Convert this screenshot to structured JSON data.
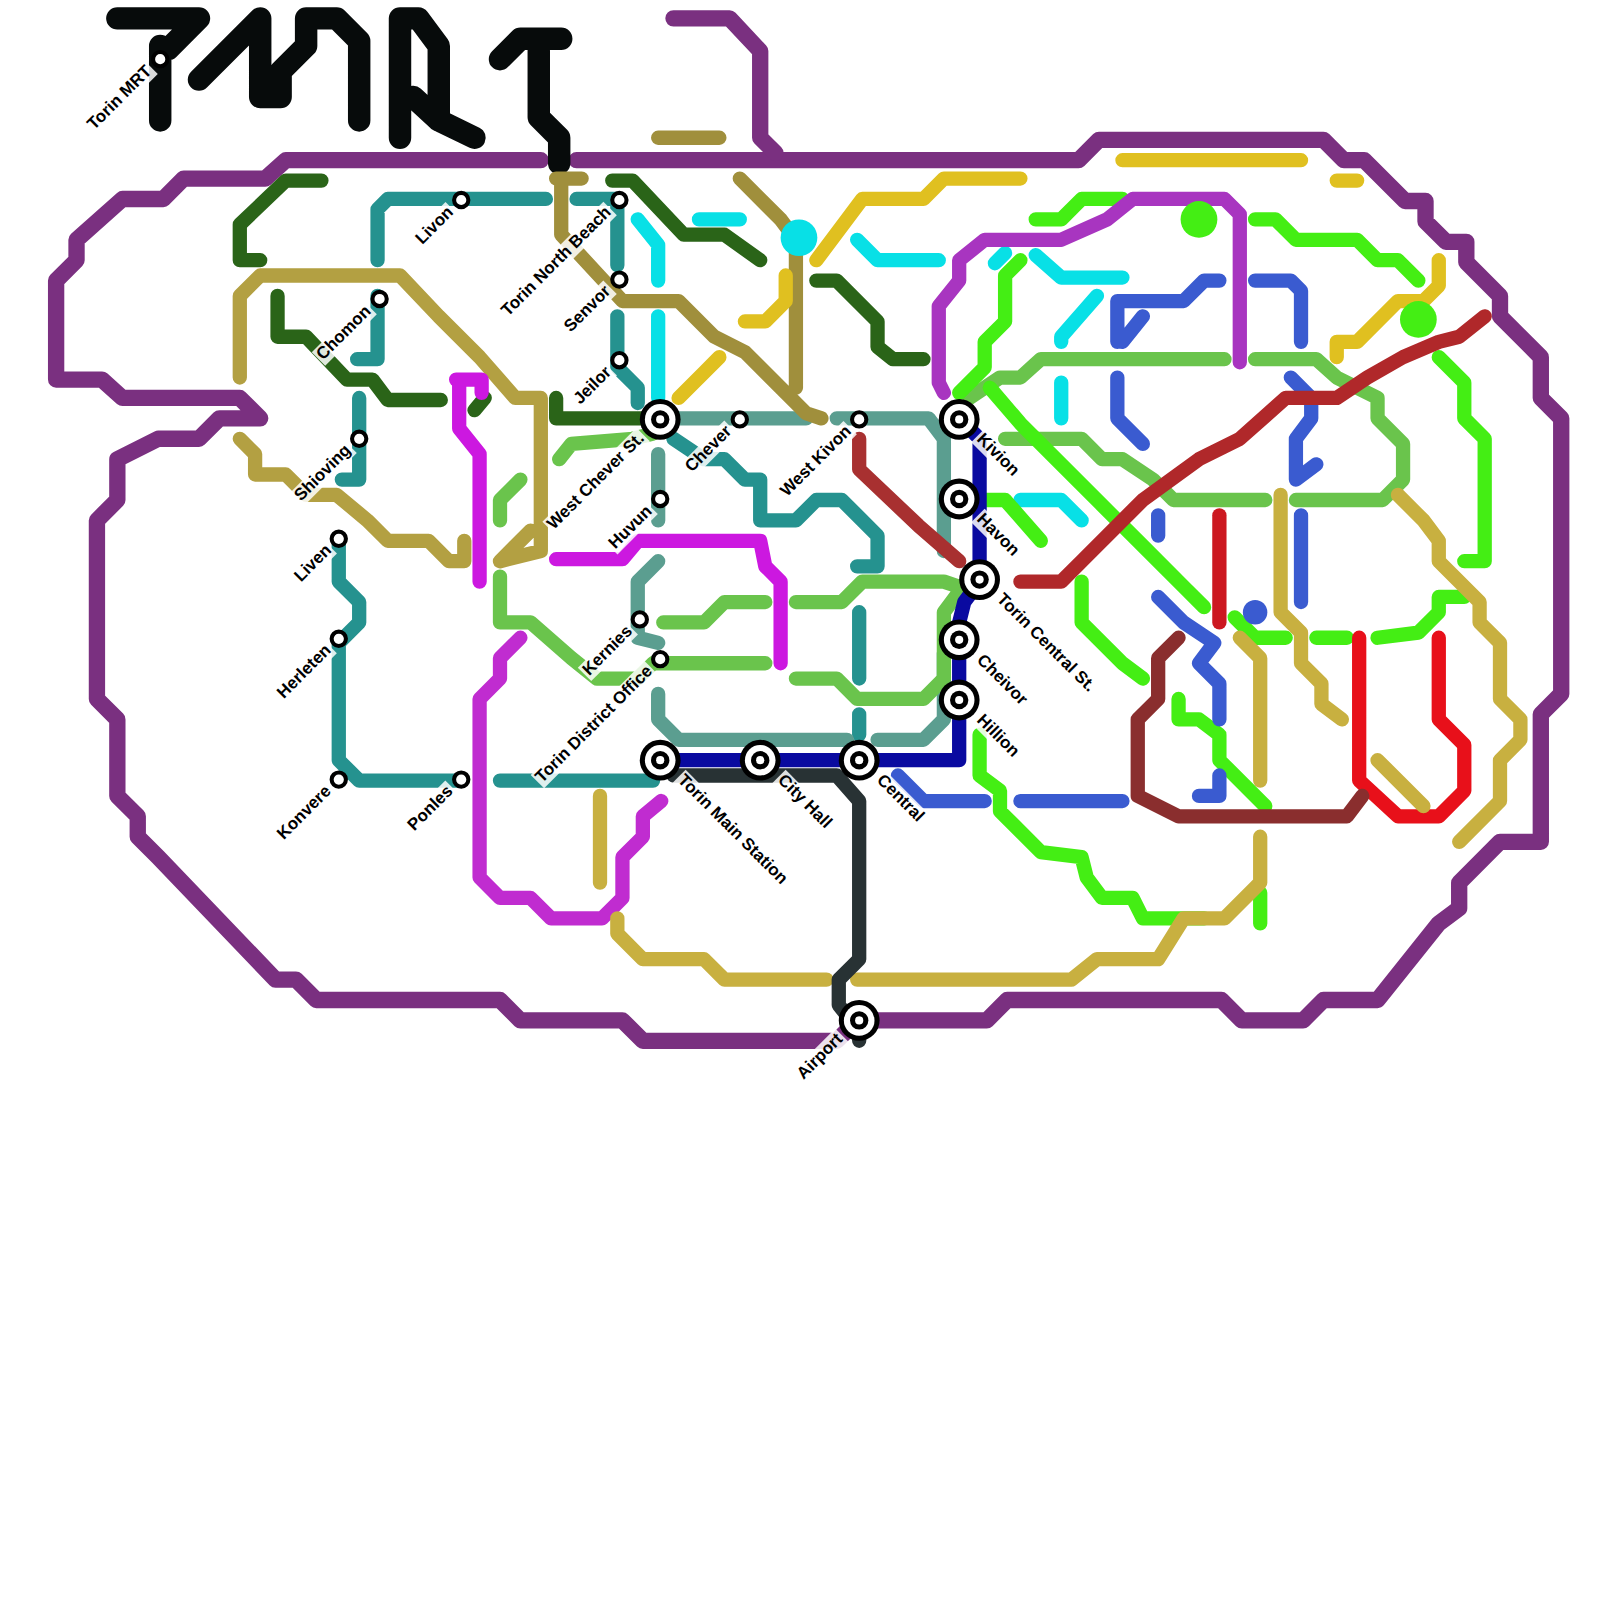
{
  "diagram": {
    "labels": [
      "Torin MRT",
      "Livon",
      "Torin North Beach",
      "Chomon",
      "Senvor",
      "Jeilor",
      "Shioving",
      "West Chever St.",
      "Chever",
      "West Kivon",
      "Kivion",
      "Havon",
      "Torin Central St.",
      "Huvun",
      "Liven",
      "Kernies",
      "Herleten",
      "Torin District Office",
      "Cheivor",
      "Hillion",
      "Konvere",
      "Ponles",
      "Torin Main Station",
      "City Hall",
      "Central",
      "Airport"
    ]
  }
}
